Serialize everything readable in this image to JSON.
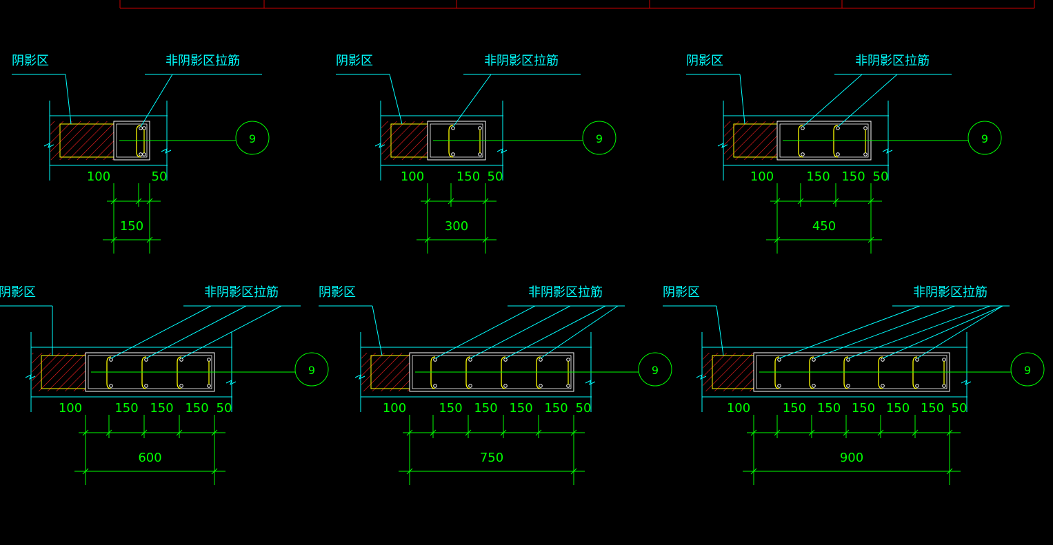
{
  "labels": {
    "shadow_zone": "阴影区",
    "non_shadow_ties": "非阴影区拉筋"
  },
  "section_marker": "9",
  "colors": {
    "background": "#000000",
    "leader": "#00ffff",
    "dimension": "#00ff00",
    "outline": "#ffffff",
    "hatch": "#ff2020",
    "boundary": "#ffff00",
    "title_frame": "#cc0000"
  },
  "details": [
    {
      "shadow_width": "100",
      "spacings": [
        "50"
      ],
      "total": "150"
    },
    {
      "shadow_width": "100",
      "spacings": [
        "150",
        "50"
      ],
      "total": "300"
    },
    {
      "shadow_width": "100",
      "spacings": [
        "150",
        "150",
        "50"
      ],
      "total": "450"
    },
    {
      "shadow_width": "100",
      "spacings": [
        "150",
        "150",
        "150",
        "50"
      ],
      "total": "600"
    },
    {
      "shadow_width": "100",
      "spacings": [
        "150",
        "150",
        "150",
        "150",
        "50"
      ],
      "total": "750"
    },
    {
      "shadow_width": "100",
      "spacings": [
        "150",
        "150",
        "150",
        "150",
        "150",
        "50"
      ],
      "total": "900"
    }
  ]
}
